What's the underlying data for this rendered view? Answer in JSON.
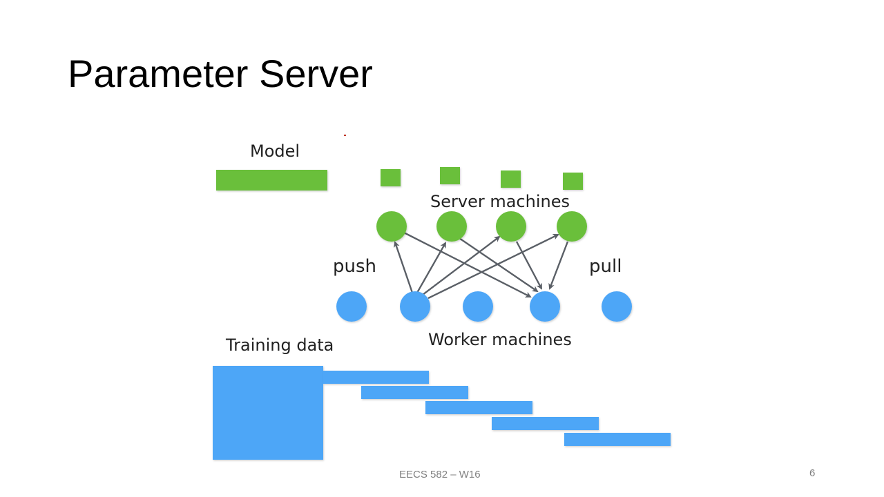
{
  "slide": {
    "title": "Parameter Server",
    "footer": "EECS 582 – W16",
    "page_number": "6"
  },
  "diagram": {
    "model_label": "Model",
    "server_label": "Server machines",
    "worker_label": "Worker machines",
    "push_label": "push",
    "pull_label": "pull",
    "training_label": "Training data",
    "colors": {
      "model_green": "#6bbf3b",
      "worker_blue": "#4da6f7",
      "arrow_gray": "#5a5f66"
    }
  }
}
